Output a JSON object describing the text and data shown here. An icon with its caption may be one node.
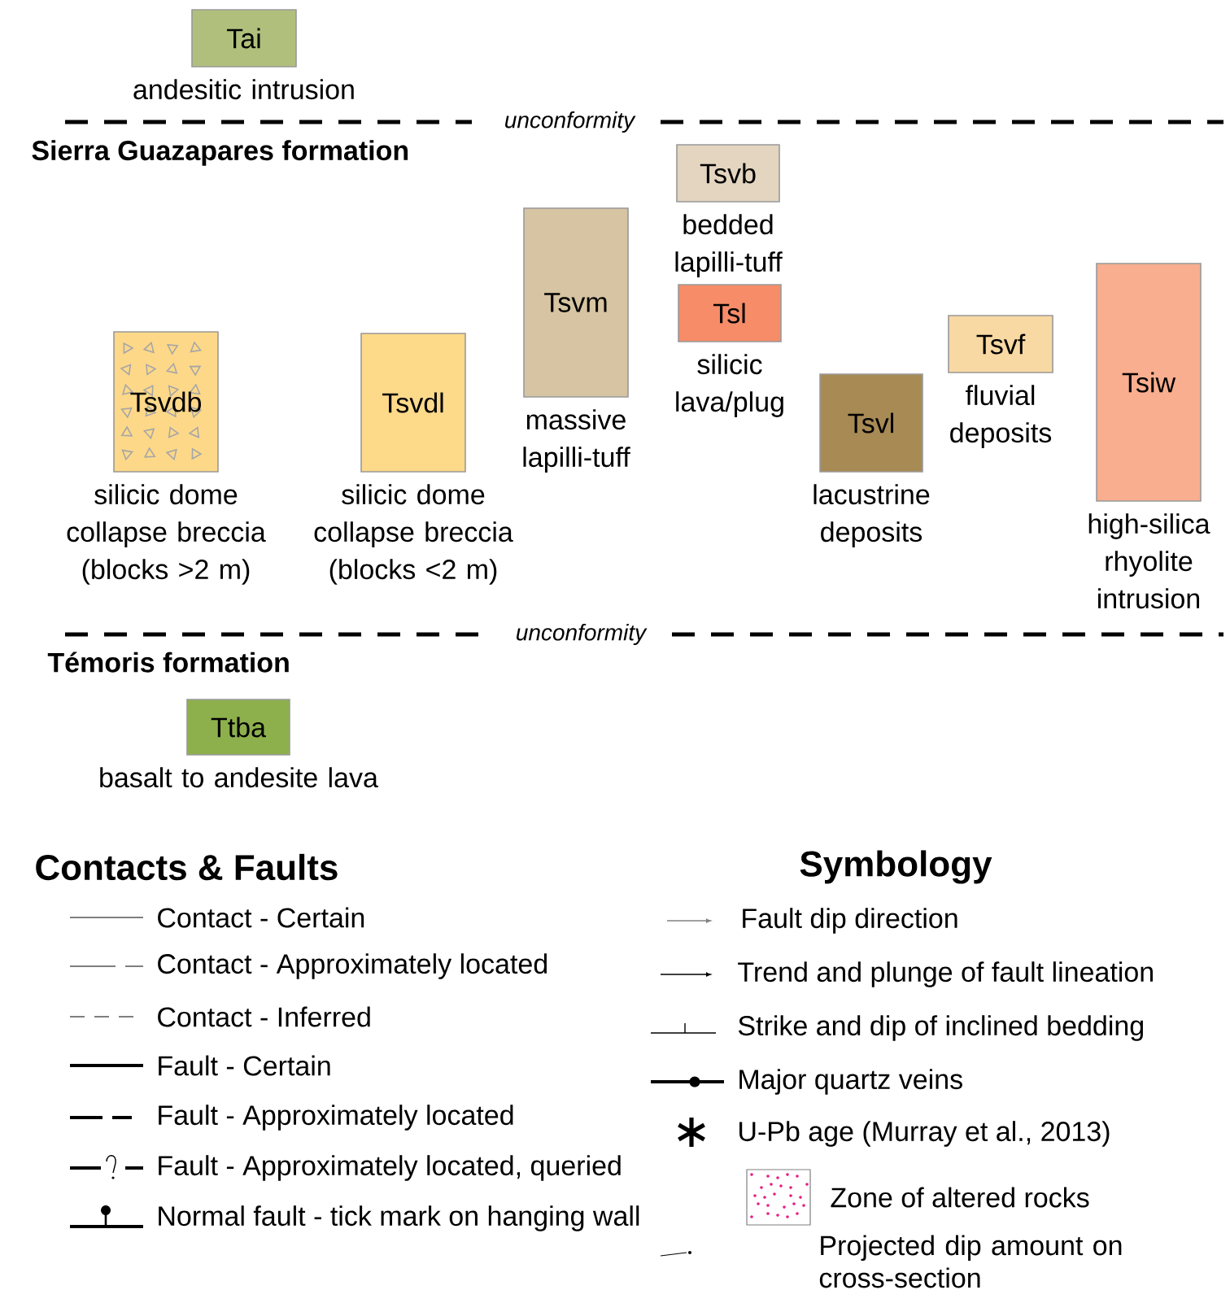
{
  "diagram": {
    "nodes": [
      {
        "text": [
          "Tai"
        ],
        "beside": [
          "andesitic intrusion"
        ]
      },
      {
        "text": [
          "Tsvdb"
        ],
        "beside": [
          "silicic dome collapse breccia (blocks >2 m)"
        ]
      },
      {
        "text": [
          "Tsvdl"
        ],
        "beside": [
          "silicic dome collapse breccia (blocks <2 m)"
        ]
      },
      {
        "text": [
          "Tsvm"
        ],
        "beside": [
          "massive lapilli-tuff"
        ]
      },
      {
        "text": [
          "Tsvb"
        ],
        "beside": [
          "bedded lapilli-tuff"
        ]
      },
      {
        "text": [
          "Tsl"
        ],
        "beside": [
          "silicic lava/plug"
        ]
      },
      {
        "text": [
          "Tsvl"
        ],
        "beside": [
          "lacustrine deposits"
        ]
      },
      {
        "text": [
          "Tsvf"
        ],
        "beside": [
          "fluvial deposits"
        ]
      },
      {
        "text": [
          "Tsiw"
        ],
        "beside": [
          "high-silica rhyolite intrusion"
        ]
      },
      {
        "text": [
          "Ttba"
        ],
        "beside": [
          "basalt to andesite lava"
        ]
      }
    ],
    "edges": [],
    "labels": [
      "unconformity",
      "Sierra Guazapares formation",
      "unconformity",
      "Témoris formation",
      "Contacts & Faults",
      "Symbology"
    ],
    "legend": [
      {
        "text": "Contact - Certain"
      },
      {
        "text": "Contact - Approximately located"
      },
      {
        "text": "Contact - Inferred"
      },
      {
        "text": "Fault - Certain"
      },
      {
        "text": "Fault - Approximately located"
      },
      {
        "text": "Fault - Approximately located, queried"
      },
      {
        "text": "Normal fault - tick mark on hanging wall"
      },
      {
        "text": "Fault dip direction"
      },
      {
        "text": "Trend and plunge of fault lineation"
      },
      {
        "text": "Strike and dip of inclined bedding"
      },
      {
        "text": "Major quartz veins"
      },
      {
        "text": "U-Pb age (Murray et al., 2013)"
      },
      {
        "text": "Zone of altered rocks"
      },
      {
        "text": "Projected dip amount on cross-section"
      }
    ]
  }
}
